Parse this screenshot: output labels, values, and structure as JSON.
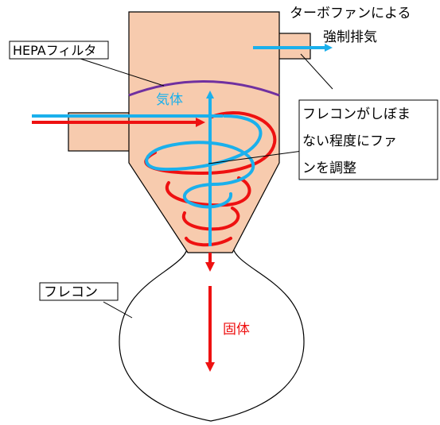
{
  "labels": {
    "fan": "ターボファンによる",
    "exhaust": "強制排気",
    "hepa": "HEPAフィルタ",
    "gas": "気体",
    "solid": "固体",
    "flecon": "フレコン",
    "adjust_line1": "フレコンがしぼま",
    "adjust_line2": "ない程度にファ",
    "adjust_line3": "ンを調整"
  },
  "colors": {
    "body": "#f7cbae",
    "gas": "#1ab0ec",
    "solid": "#ee1111",
    "filter": "#7030a0",
    "outline": "#000000"
  }
}
